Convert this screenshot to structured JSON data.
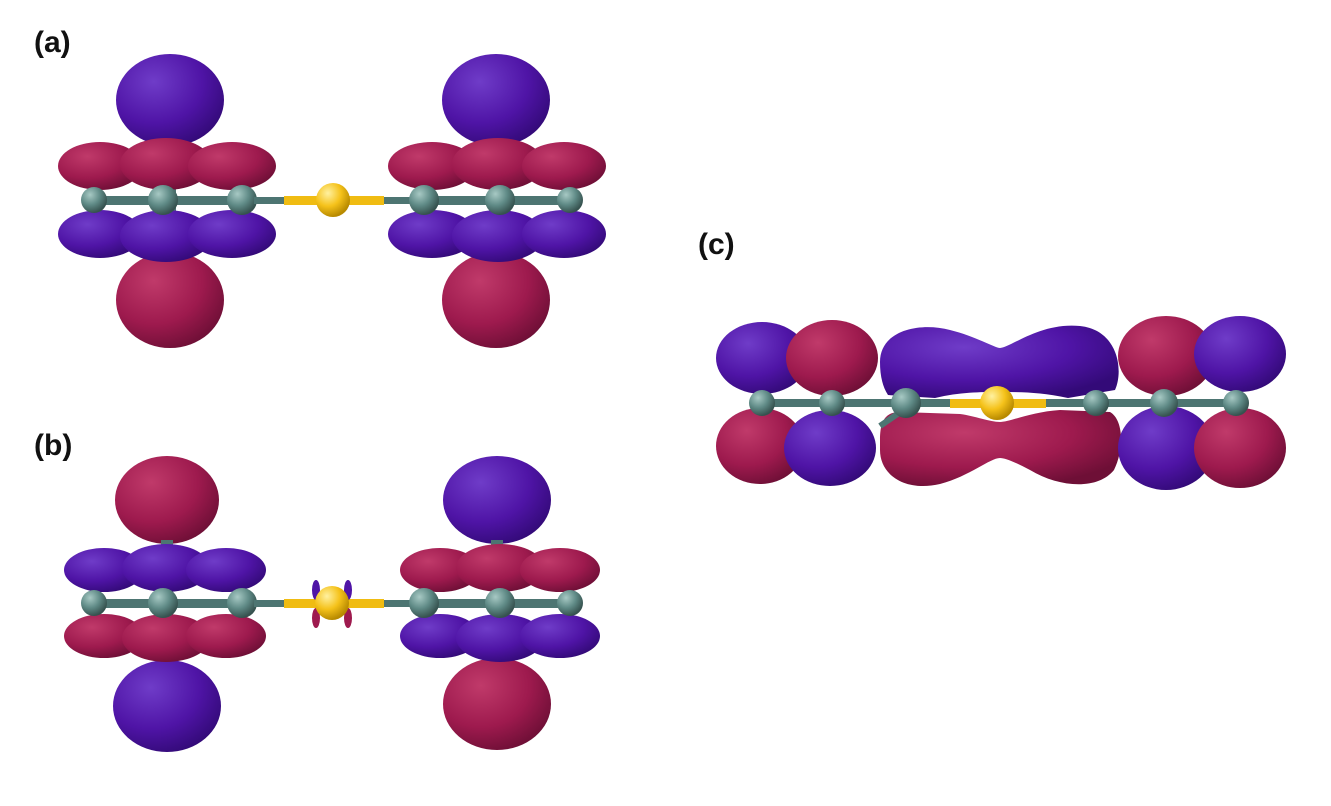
{
  "figure": {
    "panels": [
      {
        "id": "a",
        "label": "(a)",
        "view": "side"
      },
      {
        "id": "b",
        "label": "(b)",
        "view": "side-antisymmetric"
      },
      {
        "id": "c",
        "label": "(c)",
        "view": "edge"
      }
    ],
    "colors": {
      "lobe_positive": "#9e1a4e",
      "lobe_negative": "#4f14a6",
      "carbon_atom": "#5f8a86",
      "bond": "#4d7572",
      "central_atom": "#f5c21a",
      "central_bond": "#f0bc12"
    }
  }
}
